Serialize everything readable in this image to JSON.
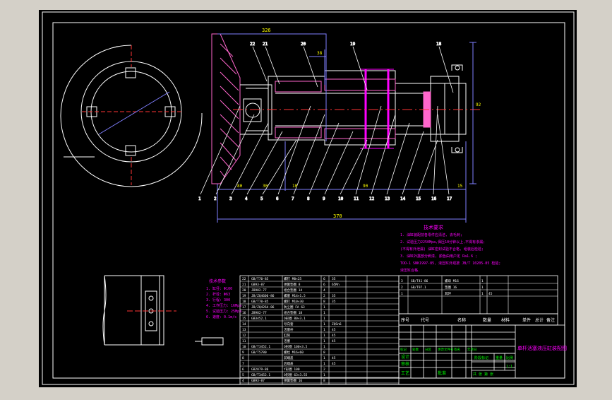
{
  "viewport": {
    "background": "#d4d0c8",
    "sheet": "#000000"
  },
  "colors": {
    "line": "#ffffff",
    "dim": "#7f7fff",
    "accent": "#ff00ff",
    "hatch": "#ff66cc",
    "green": "#00ff00",
    "yellow": "#ffff00",
    "red": "#ff3333"
  },
  "dims": {
    "top_width": "326",
    "top_small": "38",
    "bottom_overall": "370",
    "bottom_seg": [
      "80",
      "30",
      "10",
      "90",
      "15"
    ],
    "right_v": "92"
  },
  "leaders_top": [
    "22",
    "21",
    "20",
    "19",
    "18"
  ],
  "leaders_bottom": [
    "1",
    "2",
    "3",
    "4",
    "5",
    "6",
    "7",
    "8",
    "9",
    "10",
    "11",
    "12",
    "13",
    "14",
    "15",
    "16",
    "17"
  ],
  "tech_notes": {
    "title": "技术要求",
    "lines": [
      "1. 油缸装配前各零件应清洁, 去毛刺;",
      "2. 试验压力2250Mpa,保压10分钟以上,不得有渗漏;",
      "(不得有外泄漏) 油缸密封试验不合格, 组装后检验;",
      "3. 油缸外露部分刷漆, 颜色由用户定 Ra1.6 ;",
      "TOO-1 SNK1997-85, 液压缸外观按 JB/T 10205-85 检验;",
      "液压缸合格."
    ]
  },
  "params": {
    "title": "技术参数",
    "lines": [
      "1. 缸径: Φ100",
      "2. 杆径: Φ63",
      "3. 行程: 300",
      "4. 工作压力: 16Mpa",
      "5. 试验压力: 25Mpa",
      "6. 速度: 0.1m/s"
    ]
  },
  "parts_list": [
    [
      "22",
      "GB/T70-85",
      "螺钉 M8×25",
      "6",
      "35"
    ],
    [
      "21",
      "GB93-87",
      "弹簧垫圈 8",
      "6",
      "65Mn"
    ],
    [
      "20",
      "JB982-77",
      "组合垫圈 14",
      "4",
      ""
    ],
    [
      "19",
      "JB/ZQ4606-86",
      "螺塞 M14×1.5",
      "2",
      "35"
    ],
    [
      "18",
      "GB/T70-85",
      "螺钉 M10×30",
      "8",
      "35"
    ],
    [
      "17",
      "JB/ZQ4264-86",
      "防尘圈 FA 63",
      "1",
      ""
    ],
    [
      "16",
      "JB982-77",
      "组合垫圈 18",
      "1",
      ""
    ],
    [
      "15",
      "GB3452.1",
      "O形圈 80×3.1",
      "1",
      ""
    ],
    [
      "14",
      "",
      "导向套",
      "1",
      "ZQSn6"
    ],
    [
      "13",
      "",
      "活塞杆",
      "1",
      "45"
    ],
    [
      "12",
      "",
      "缸筒",
      "1",
      "45"
    ],
    [
      "11",
      "",
      "活塞",
      "1",
      "45"
    ],
    [
      "10",
      "GB/T3452.1",
      "O形圈 100×3.5",
      "1",
      ""
    ],
    [
      "9",
      "GB/T5780",
      "螺栓 M16×60",
      "8",
      ""
    ],
    [
      "8",
      "",
      "前端盖",
      "1",
      "45"
    ],
    [
      "7",
      "",
      "后端盖",
      "1",
      "45"
    ],
    [
      "6",
      "GB2879-86",
      "Y形圈 100",
      "2",
      ""
    ],
    [
      "5",
      "GB/T3452.1",
      "O形圈 63×3.55",
      "1",
      ""
    ],
    [
      "4",
      "GB93-87",
      "弹簧垫圈 16",
      "8",
      ""
    ]
  ],
  "parts_list_right": [
    [
      "3",
      "GB/T41-86",
      "螺母 M16",
      "1",
      ""
    ],
    [
      "2",
      "GB/T97.1",
      "垫圈 16",
      "1",
      ""
    ],
    [
      "1",
      "",
      "耳环",
      "1",
      "45"
    ]
  ],
  "table_header": [
    "序号",
    "代号",
    "名称",
    "数量",
    "材料",
    "单件",
    "总计",
    "备注"
  ],
  "title_block": {
    "title": "单杆活塞液压缸装配图",
    "rows": [
      "标记",
      "处数",
      "分区",
      "更改文件号",
      "签名",
      "年月日"
    ],
    "design": "设计",
    "check": "审核",
    "process": "工艺",
    "approve": "批准",
    "stage": "阶段标记",
    "weight": "重量",
    "scale": "比例",
    "scale_value": "1:1",
    "sheet": "共  张  第  张"
  }
}
